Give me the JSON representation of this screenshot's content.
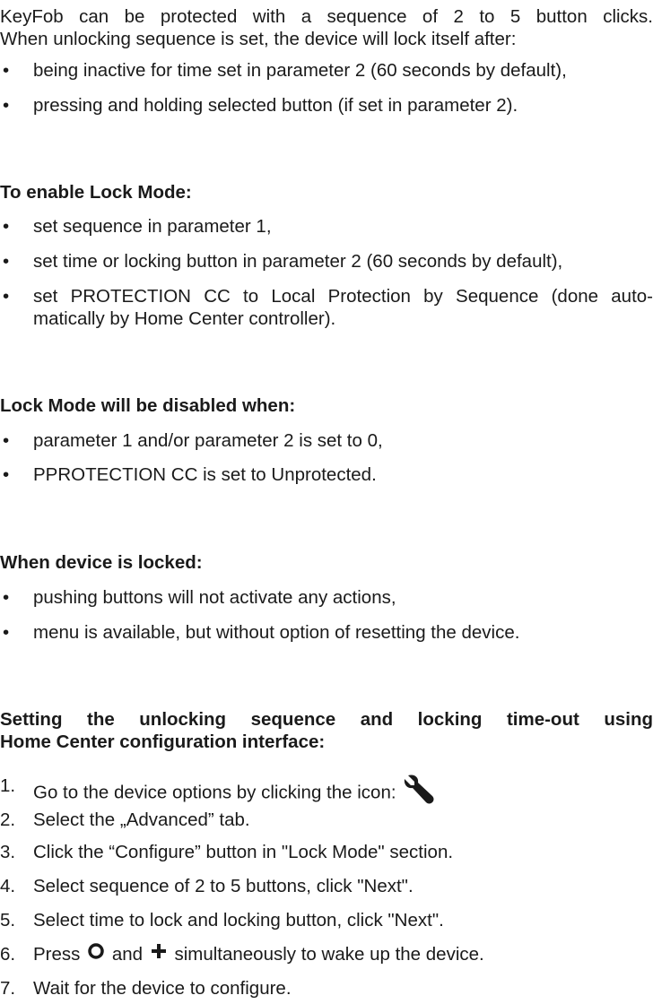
{
  "intro": {
    "line1": "KeyFob can be protected with a sequence of 2 to 5 button clicks.",
    "line2": "When unlocking sequence is set, the device will lock itself after:"
  },
  "intro_bullets": [
    "being inactive for time set in parameter 2 (60 seconds by default),",
    "pressing and holding selected button (if set in parameter 2)."
  ],
  "enable": {
    "heading": "To enable Lock Mode:",
    "bullets": [
      "set sequence in parameter 1,",
      "set time or locking button in parameter 2 (60 seconds by default),"
    ],
    "bullet3_line1": "set PROTECTION CC to Local Protection by Sequence (done auto-",
    "bullet3_line2": "matically by Home Center controller)."
  },
  "disabled": {
    "heading": "Lock Mode will be disabled when:",
    "bullets": [
      "parameter 1 and/or parameter 2 is set to 0,",
      "PPROTECTION CC is set to Unprotected."
    ]
  },
  "locked": {
    "heading": "When device is locked:",
    "bullets": [
      "pushing buttons will not activate any actions,",
      "menu is available, but without option of resetting the device."
    ]
  },
  "setting": {
    "heading_line1": "Setting the unlocking sequence and locking time-out using",
    "heading_line2": "Home Center configuration interface:",
    "steps": [
      {
        "num": "1.",
        "text": "Go to the device options by clicking the icon:"
      },
      {
        "num": "2.",
        "text": "Select the „Advanced” tab."
      },
      {
        "num": "3.",
        "text": "Click the “Configure” button in \"Lock Mode\" section."
      },
      {
        "num": "4.",
        "text": "Select sequence of 2 to 5 buttons, click \"Next\"."
      },
      {
        "num": "5.",
        "text": "Select time to lock and locking button, click \"Next\"."
      },
      {
        "num": "6.",
        "pre": "Press",
        "mid": "and",
        "post": "simultaneously to wake up the device."
      },
      {
        "num": "7.",
        "text": "Wait for the device to configure."
      }
    ]
  },
  "bullet_char": "•",
  "icons": {
    "step1": "wrench-icon",
    "step6_a": "circle-button-icon",
    "step6_b": "plus-button-icon"
  }
}
